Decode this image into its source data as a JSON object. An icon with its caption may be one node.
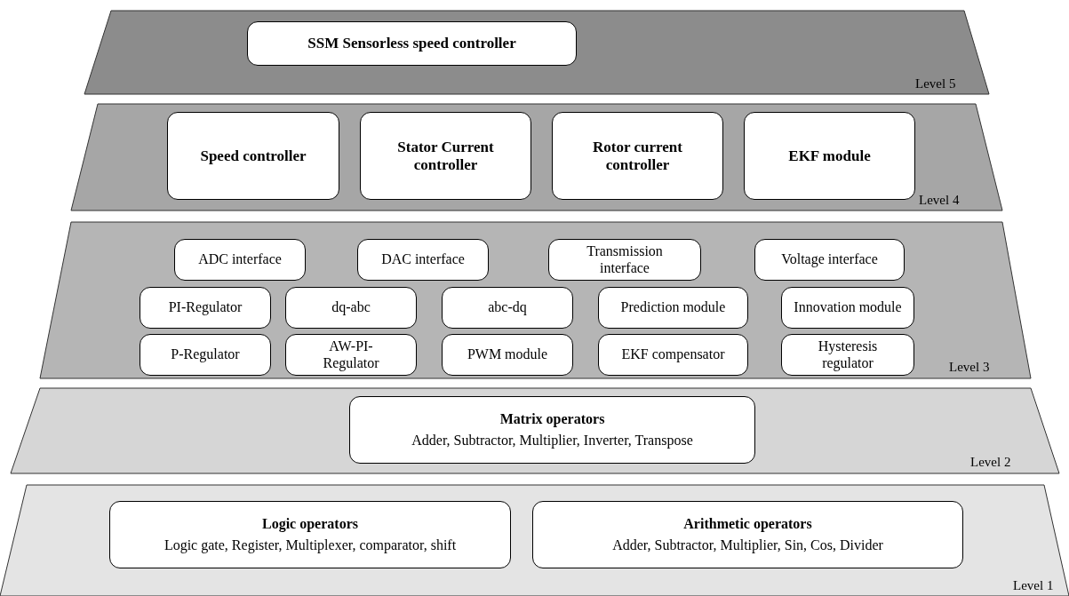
{
  "diagram": {
    "nodes": [
      {
        "text": [
          "Level 5"
        ]
      },
      {
        "text": [
          "SSM Sensorless speed controller"
        ],
        "in": 0
      },
      {
        "text": [
          "Level 4"
        ]
      },
      {
        "text": [
          "Speed controller"
        ],
        "in": 2
      },
      {
        "text": [
          "Stator Current controller"
        ],
        "in": 2
      },
      {
        "text": [
          "Rotor current controller"
        ],
        "in": 2
      },
      {
        "text": [
          "EKF module"
        ],
        "in": 2
      },
      {
        "text": [
          "Level 3"
        ]
      },
      {
        "text": [
          "ADC interface"
        ],
        "in": 7
      },
      {
        "text": [
          "DAC interface"
        ],
        "in": 7
      },
      {
        "text": [
          "Transmission interface"
        ],
        "in": 7
      },
      {
        "text": [
          "Voltage interface"
        ],
        "in": 7
      },
      {
        "text": [
          "PI-Regulator"
        ],
        "in": 7
      },
      {
        "text": [
          "dq-abc"
        ],
        "in": 7
      },
      {
        "text": [
          "abc-dq"
        ],
        "in": 7
      },
      {
        "text": [
          "Prediction module"
        ],
        "in": 7
      },
      {
        "text": [
          "Innovation module"
        ],
        "in": 7
      },
      {
        "text": [
          "P-Regulator"
        ],
        "in": 7
      },
      {
        "text": [
          "AW-PI-Regulator"
        ],
        "in": 7
      },
      {
        "text": [
          "PWM module"
        ],
        "in": 7
      },
      {
        "text": [
          "EKF compensator"
        ],
        "in": 7
      },
      {
        "text": [
          "Hysteresis regulator"
        ],
        "in": 7
      },
      {
        "text": [
          "Level 2"
        ]
      },
      {
        "text": [
          "Matrix operators",
          "Adder, Subtractor, Multiplier, Inverter, Transpose"
        ],
        "in": 22
      },
      {
        "text": [
          "Level 1"
        ]
      },
      {
        "text": [
          "Logic operators",
          "Logic gate, Register, Multiplexer, comparator, shift"
        ],
        "in": 24
      },
      {
        "text": [
          "Arithmetic operators",
          "Adder, Subtractor, Multiplier, Sin, Cos, Divider"
        ],
        "in": 24
      }
    ]
  }
}
